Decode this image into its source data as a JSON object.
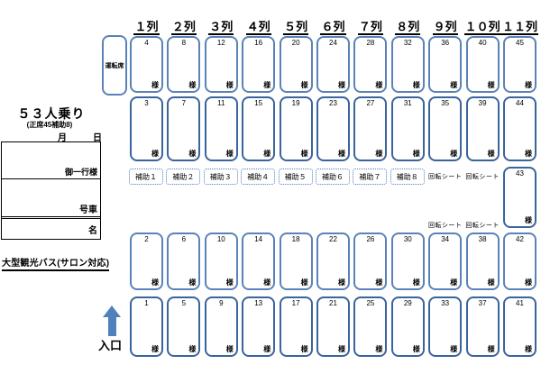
{
  "info": {
    "capacity": "５３人乗り",
    "capacity_detail": "(正席45補助8)",
    "month": "月",
    "day": "日",
    "party": "御一行様",
    "bus_no": "号車",
    "name": "名",
    "bus_type": "大型観光バス(サロン対応)"
  },
  "entrance_label": "入口",
  "driver_label": "運転席",
  "guest_suffix": "様",
  "rotating_seat_label": "回転シート",
  "column_headers": [
    "１列",
    "２列",
    "３列",
    "４列",
    "５列",
    "６列",
    "７列",
    "８列",
    "９列",
    "１０列",
    "１１列"
  ],
  "aux_seats": [
    "補助１",
    "補助２",
    "補助３",
    "補助４",
    "補助５",
    "補助６",
    "補助７",
    "補助８"
  ],
  "seat_rows": {
    "row1": [
      "4",
      "8",
      "12",
      "16",
      "20",
      "24",
      "28",
      "32",
      "36",
      "40",
      "45"
    ],
    "row2": [
      "3",
      "7",
      "11",
      "15",
      "19",
      "23",
      "27",
      "31",
      "35",
      "39",
      "44"
    ],
    "row3": [
      "2",
      "6",
      "10",
      "14",
      "18",
      "22",
      "26",
      "30",
      "34",
      "38",
      "42"
    ],
    "row4": [
      "1",
      "5",
      "9",
      "13",
      "17",
      "21",
      "25",
      "29",
      "33",
      "37",
      "41"
    ]
  },
  "middle_seat": "43",
  "colors": {
    "seat_border_light": "#5b82b8",
    "seat_border_dark": "#3a649c",
    "aux_border": "#4f81bd",
    "arrow_fill": "#4f81bd"
  }
}
